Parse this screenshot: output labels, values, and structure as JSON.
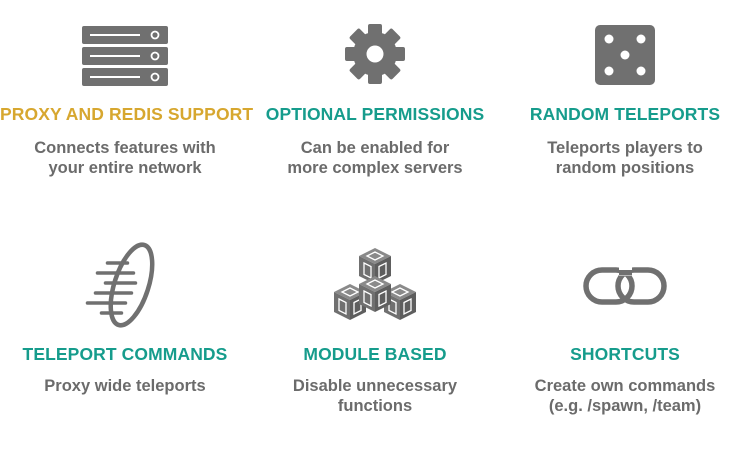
{
  "colors": {
    "icon": "#707070",
    "title_gold": "#d7a72f",
    "title_teal": "#169c8c",
    "description": "#6b6b6b",
    "background": "#ffffff"
  },
  "features": [
    {
      "icon": "server-icon",
      "title": "PROXY AND REDIS SUPPORT",
      "description": [
        "Connects features with",
        "your entire network"
      ]
    },
    {
      "icon": "gear-icon",
      "title": "OPTIONAL PERMISSIONS",
      "description": [
        "Can be enabled for",
        "more complex servers"
      ]
    },
    {
      "icon": "dice-icon",
      "title": "RANDOM TELEPORTS",
      "description": [
        "Teleports players to",
        "random positions"
      ]
    },
    {
      "icon": "portal-icon",
      "title": "TELEPORT COMMANDS",
      "description": [
        "Proxy wide teleports"
      ]
    },
    {
      "icon": "cubes-icon",
      "title": "MODULE BASED",
      "description": [
        "Disable unnecessary",
        "functions"
      ]
    },
    {
      "icon": "chain-link-icon",
      "title": "SHORTCUTS",
      "description": [
        "Create own commands",
        "(e.g. /spawn, /team)"
      ]
    }
  ]
}
